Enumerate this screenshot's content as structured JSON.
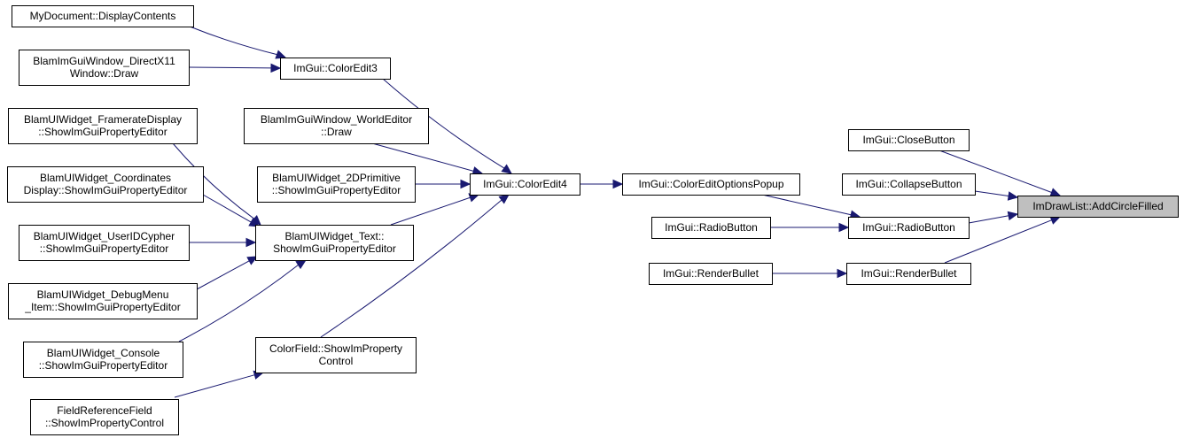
{
  "colors": {
    "edge": "#191970",
    "highlight_node": "#bfbfbf",
    "node_border": "#000000"
  },
  "nodes": {
    "mydoc": {
      "lines": [
        "MyDocument::DisplayContents"
      ]
    },
    "blamdx11": {
      "lines": [
        "BlamImGuiWindow_DirectX11",
        "Window::Draw"
      ]
    },
    "coloredit3": {
      "lines": [
        "ImGui::ColorEdit3"
      ]
    },
    "framerate": {
      "lines": [
        "BlamUIWidget_FramerateDisplay",
        "::ShowImGuiPropertyEditor"
      ]
    },
    "worldeditor": {
      "lines": [
        "BlamImGuiWindow_WorldEditor",
        "::Draw"
      ]
    },
    "coordinates": {
      "lines": [
        "BlamUIWidget_Coordinates",
        "Display::ShowImGuiPropertyEditor"
      ]
    },
    "primitive2d": {
      "lines": [
        "BlamUIWidget_2DPrimitive",
        "::ShowImGuiPropertyEditor"
      ]
    },
    "coloredit4": {
      "lines": [
        "ImGui::ColorEdit4"
      ]
    },
    "coloreditoptions": {
      "lines": [
        "ImGui::ColorEditOptionsPopup"
      ]
    },
    "useridcypher": {
      "lines": [
        "BlamUIWidget_UserIDCypher",
        "::ShowImGuiPropertyEditor"
      ]
    },
    "widgettext": {
      "lines": [
        "BlamUIWidget_Text::",
        "ShowImGuiPropertyEditor"
      ]
    },
    "debugmenu": {
      "lines": [
        "BlamUIWidget_DebugMenu",
        "_Item::ShowImGuiPropertyEditor"
      ]
    },
    "console": {
      "lines": [
        "BlamUIWidget_Console",
        "::ShowImGuiPropertyEditor"
      ]
    },
    "colorfield": {
      "lines": [
        "ColorField::ShowImProperty",
        "Control"
      ]
    },
    "fieldref": {
      "lines": [
        "FieldReferenceField",
        "::ShowImPropertyControl"
      ]
    },
    "closebutton": {
      "lines": [
        "ImGui::CloseButton"
      ]
    },
    "collapsebutton": {
      "lines": [
        "ImGui::CollapseButton"
      ]
    },
    "radiobutton_left": {
      "lines": [
        "ImGui::RadioButton"
      ]
    },
    "radiobutton_right": {
      "lines": [
        "ImGui::RadioButton"
      ]
    },
    "renderbullet_left": {
      "lines": [
        "ImGui::RenderBullet"
      ]
    },
    "renderbullet_right": {
      "lines": [
        "ImGui::RenderBullet"
      ]
    },
    "addcirclefilled": {
      "lines": [
        "ImDrawList::AddCircleFilled"
      ]
    }
  },
  "edges": [
    {
      "from": "mydoc",
      "to": "coloredit3"
    },
    {
      "from": "blamdx11",
      "to": "coloredit3"
    },
    {
      "from": "coloredit3",
      "to": "coloredit4"
    },
    {
      "from": "framerate",
      "to": "widgettext"
    },
    {
      "from": "worldeditor",
      "to": "coloredit4"
    },
    {
      "from": "coordinates",
      "to": "widgettext"
    },
    {
      "from": "primitive2d",
      "to": "coloredit4"
    },
    {
      "from": "useridcypher",
      "to": "widgettext"
    },
    {
      "from": "debugmenu",
      "to": "widgettext"
    },
    {
      "from": "console",
      "to": "widgettext"
    },
    {
      "from": "widgettext",
      "to": "coloredit4"
    },
    {
      "from": "colorfield",
      "to": "coloredit4"
    },
    {
      "from": "fieldref",
      "to": "colorfield"
    },
    {
      "from": "coloredit4",
      "to": "coloreditoptions"
    },
    {
      "from": "coloreditoptions",
      "to": "radiobutton_right"
    },
    {
      "from": "radiobutton_left",
      "to": "radiobutton_right"
    },
    {
      "from": "renderbullet_left",
      "to": "renderbullet_right"
    },
    {
      "from": "closebutton",
      "to": "addcirclefilled"
    },
    {
      "from": "collapsebutton",
      "to": "addcirclefilled"
    },
    {
      "from": "radiobutton_right",
      "to": "addcirclefilled"
    },
    {
      "from": "renderbullet_right",
      "to": "addcirclefilled"
    }
  ]
}
